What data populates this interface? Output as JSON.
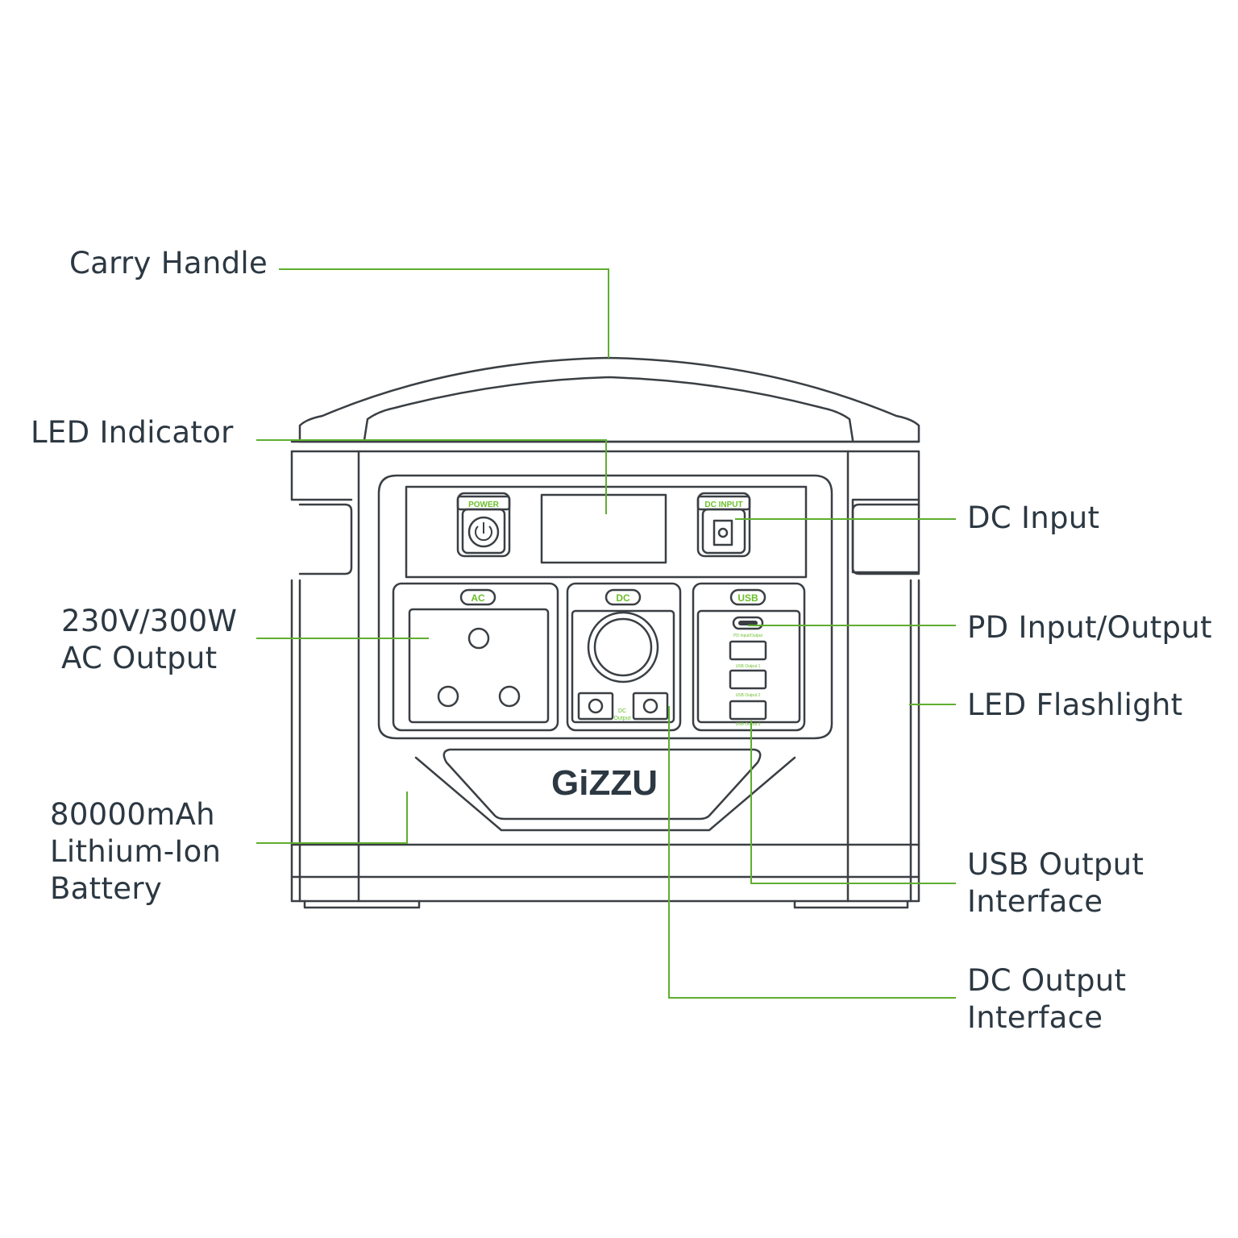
{
  "colors": {
    "outline": "#3a3f44",
    "leader": "#5fae30",
    "panel_label": "#6bbf2a",
    "text": "#2c3842",
    "logo": "#2c3842"
  },
  "callouts": {
    "carry_handle": [
      "Carry Handle"
    ],
    "led_indicator": [
      "LED Indicator"
    ],
    "ac_output": [
      "230V/300W",
      "AC Output"
    ],
    "battery": [
      "80000mAh",
      "Lithium-Ion",
      "Battery"
    ],
    "dc_input": [
      "DC Input"
    ],
    "pd_io": [
      "PD Input/Output"
    ],
    "led_flashlight": [
      "LED Flashlight"
    ],
    "usb_output": [
      "USB Output",
      "Interface"
    ],
    "dc_output": [
      "DC Output",
      "Interface"
    ]
  },
  "device": {
    "power_label": "POWER",
    "dc_input_label": "DC INPUT",
    "ac_label": "AC",
    "dc_label": "DC",
    "usb_label": "USB",
    "dc_output_small": [
      "DC",
      "Output"
    ],
    "pd_small": "PD Input/Output",
    "usb1_small": "USB Output 1",
    "usb2_small": "USB Output 2",
    "usb3_small": "USB Output 3",
    "logo": "GiZZU",
    "icons": [
      "power-icon",
      "dc-jack-icon",
      "usbc-port-icon",
      "usb-a-port-icon"
    ]
  }
}
